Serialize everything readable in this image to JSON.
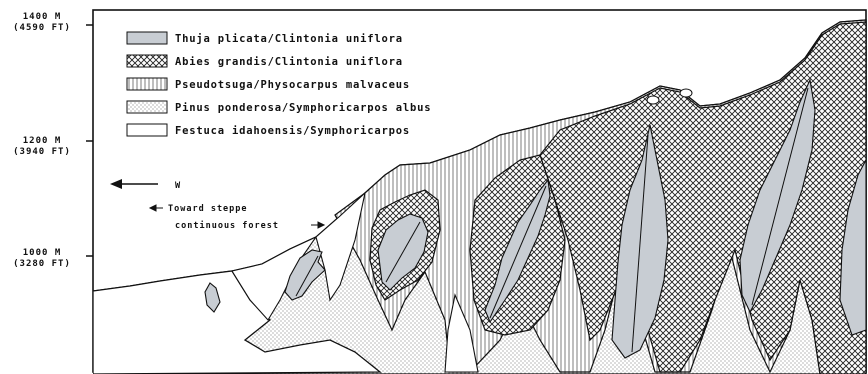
{
  "elevation_axis": {
    "labels": [
      {
        "meters": "1400 M",
        "feet": "(4590 FT)"
      },
      {
        "meters": "1200 M",
        "feet": "(3940 FT)"
      },
      {
        "meters": "1000 M",
        "feet": "(3280 FT)"
      }
    ]
  },
  "legend": {
    "items": [
      {
        "label": "Thuja plicata/Clintonia uniflora",
        "pattern": "solid-gray",
        "color": "#c8cdd3"
      },
      {
        "label": "Abies grandis/Clintonia uniflora",
        "pattern": "crosshatch"
      },
      {
        "label": "Pseudotsuga/Physocarpus malvaceus",
        "pattern": "vertical-lines"
      },
      {
        "label": "Pinus ponderosa/Symphoricarpos albus",
        "pattern": "stipple"
      },
      {
        "label": "Festuca idahoensis/Symphoricarpos",
        "pattern": "blank"
      }
    ]
  },
  "annotations": {
    "direction": "W",
    "toward_steppe": "Toward steppe",
    "continuous_forest": "continuous forest"
  }
}
